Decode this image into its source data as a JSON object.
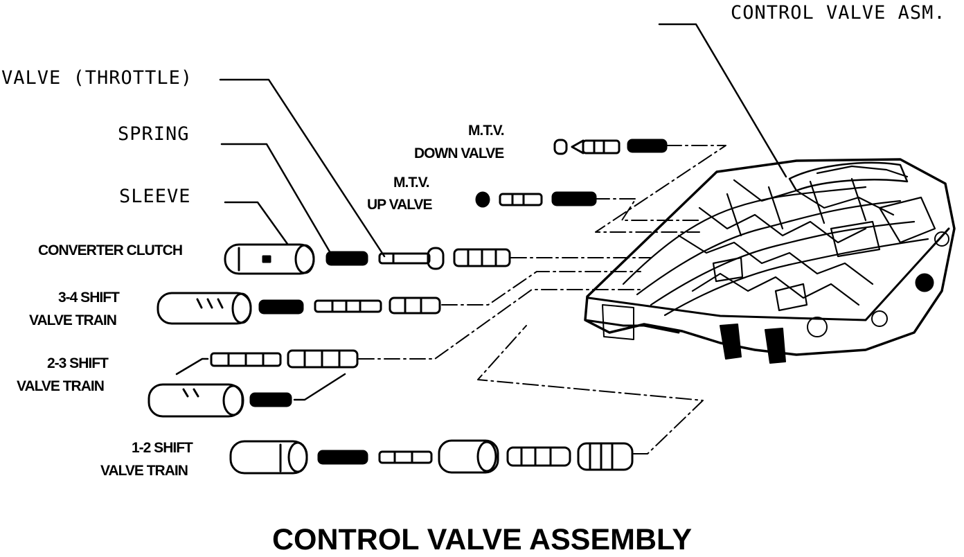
{
  "labels": {
    "control_valve_asm": "CONTROL VALVE ASM.",
    "valve_throttle": "VALVE (THROTTLE)",
    "spring": "SPRING",
    "sleeve": "SLEEVE",
    "converter_clutch": "CONVERTER CLUTCH",
    "mtv_down_1": "M.T.V.",
    "mtv_down_2": "DOWN VALVE",
    "mtv_up_1": "M.T.V.",
    "mtv_up_2": "UP VALVE",
    "shift_34_1": "3-4 SHIFT",
    "shift_34_2": "VALVE TRAIN",
    "shift_23_1": "2-3 SHIFT",
    "shift_23_2": "VALVE TRAIN",
    "shift_12_1": "1-2 SHIFT",
    "shift_12_2": "VALVE TRAIN"
  },
  "title": "CONTROL VALVE ASSEMBLY"
}
